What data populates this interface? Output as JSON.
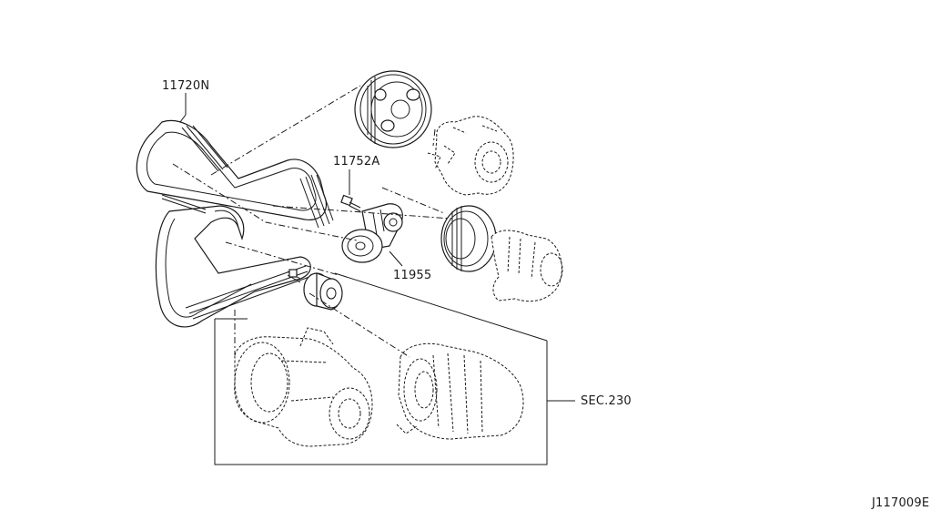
{
  "parts": {
    "belt_main": "11720N",
    "idler_bolt": "11752A",
    "tensioner": "11955",
    "section_ref": "SEC.230"
  },
  "diagram_id": "J117009E"
}
